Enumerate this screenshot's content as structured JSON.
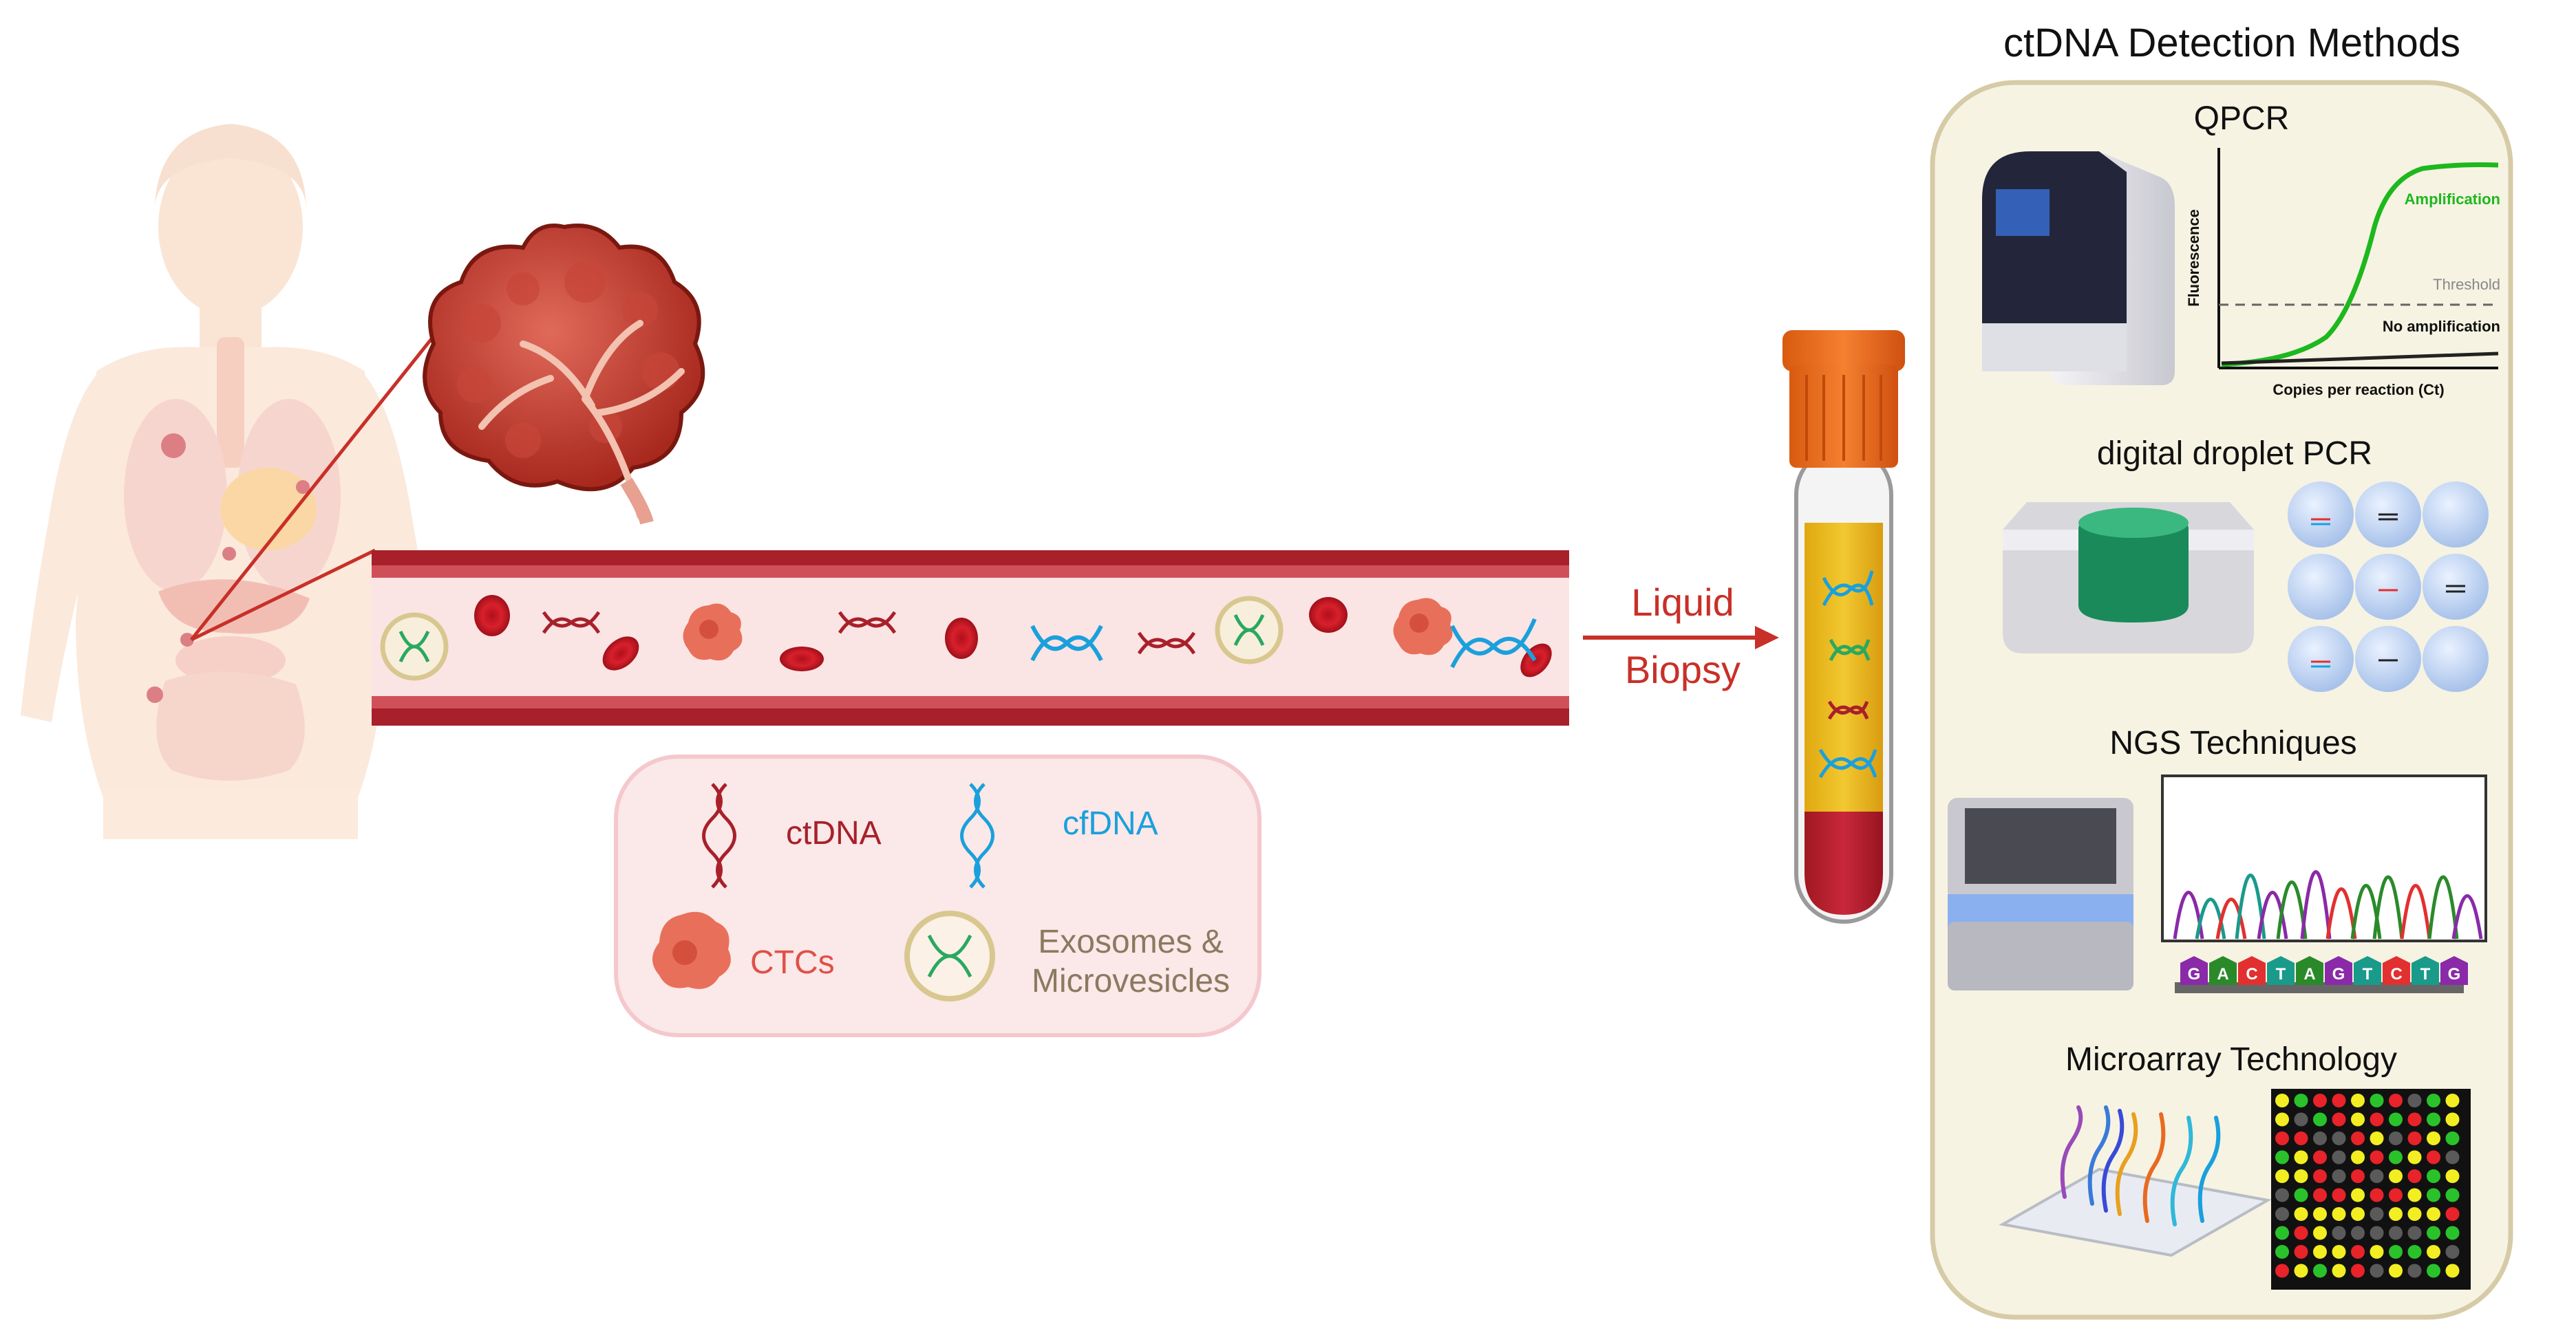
{
  "panel": {
    "title": "ctDNA Detection Methods",
    "qpcr": {
      "title": "QPCR",
      "y_label": "Fluorescence",
      "x_label": "Copies per reaction (Ct)",
      "amplification": "Amplification",
      "threshold": "Threshold",
      "no_amplification": "No amplification"
    },
    "ddpcr": {
      "title": "digital droplet PCR"
    },
    "ngs": {
      "title": "NGS Techniques",
      "sequence": [
        "G",
        "A",
        "C",
        "T",
        "A",
        "G",
        "T",
        "C",
        "T",
        "G"
      ]
    },
    "microarray": {
      "title": "Microarray Technology"
    }
  },
  "arrow": {
    "line1": "Liquid",
    "line2": "Biopsy"
  },
  "legend": {
    "ctdna": "ctDNA",
    "cfdna": "cfDNA",
    "ctcs": "CTCs",
    "exosomes_line1": "Exosomes &",
    "exosomes_line2": "Microvesicles"
  },
  "colors": {
    "vessel_dark": "#a8202a",
    "plasma": "#e8b820",
    "ctdna": "#a8202a",
    "cfdna": "#1aa0dc",
    "ctc": "#e8705a",
    "exosome_ring": "#d8c890",
    "panel_bg": "#f6f3e3",
    "panel_border": "#d6cba6",
    "tube_cap": "#ee6a1a",
    "amplification": "#1db81d"
  }
}
